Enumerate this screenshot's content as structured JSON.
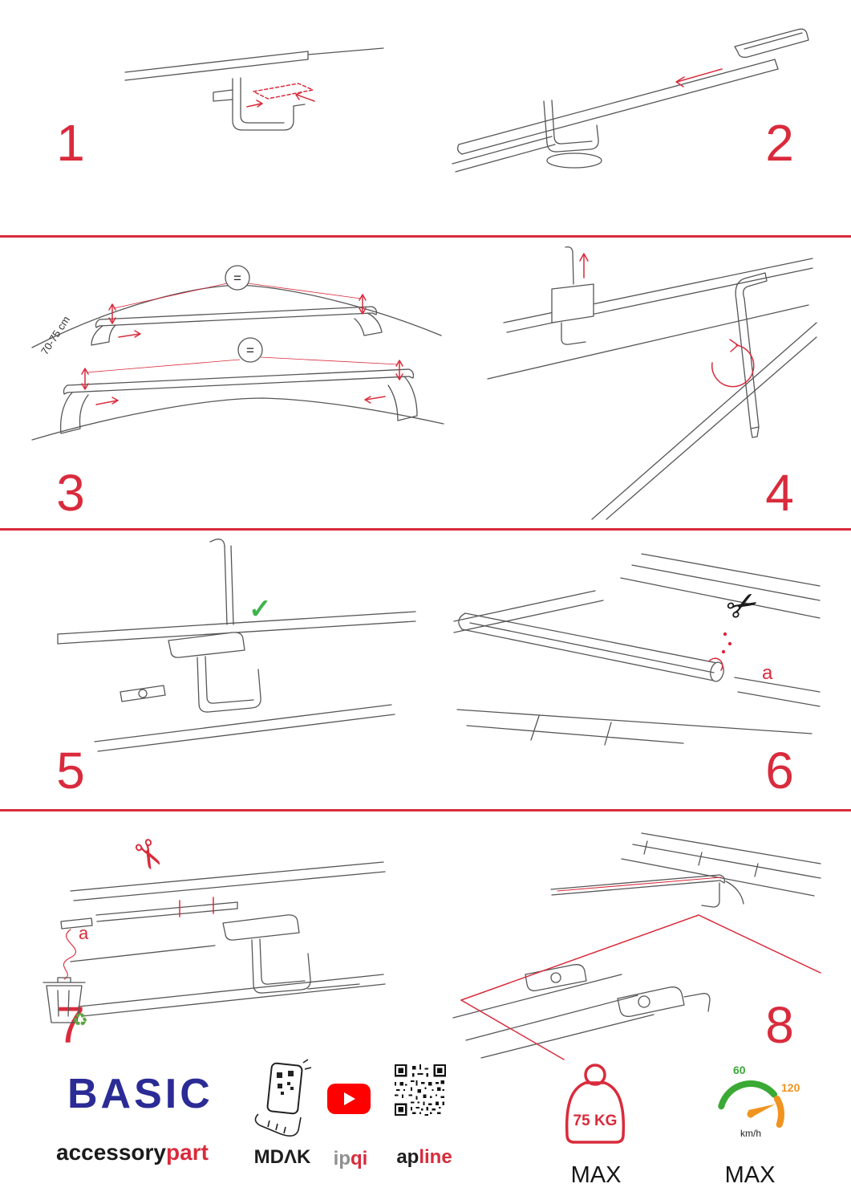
{
  "accent": "#d92b3c",
  "steps": {
    "s1": "1",
    "s2": "2",
    "s3": "3",
    "s4": "4",
    "s5": "5",
    "s6": "6",
    "s7": "7",
    "s8": "8"
  },
  "labels": {
    "dimension": "70-75 cm",
    "equals": "=",
    "part_a": "a"
  },
  "icons": {
    "scissors": "✂",
    "recycle": "♻",
    "check": "✓"
  },
  "footer": {
    "brand": "BASIC",
    "wordmark_black": "accessory",
    "wordmark_red": "part",
    "partner_mdak": "MDΛK",
    "partner_ipqi_gray": "ip",
    "partner_ipqi_red": "qi",
    "partner_apline_black": "ap",
    "partner_apline_red": "line",
    "weight_value": "75 KG",
    "weight_max_label": "MAX",
    "speed_low": "60",
    "speed_high": "120",
    "speed_unit": "km/h",
    "speed_max_label": "MAX"
  }
}
